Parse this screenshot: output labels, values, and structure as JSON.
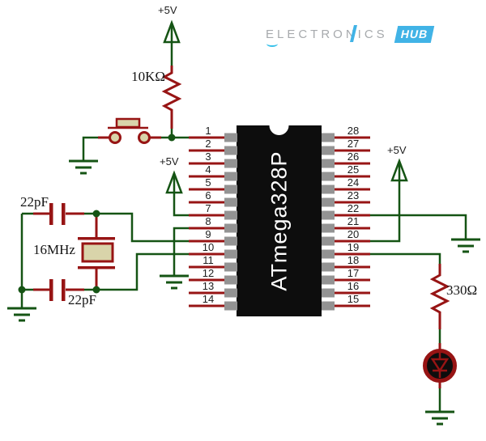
{
  "logo": {
    "brand": "ELECTRONICS",
    "badge": "HUB"
  },
  "power": {
    "vcc_1": "+5V",
    "vcc_2": "+5V",
    "vcc_3": "+5V"
  },
  "components": {
    "pullup_resistor": "10KΩ",
    "led_resistor": "330Ω",
    "cap_top": "22pF",
    "cap_bottom": "22pF",
    "crystal": "16MHz"
  },
  "ic": {
    "name": "ATmega328P",
    "left_pins": [
      "1",
      "2",
      "3",
      "4",
      "5",
      "6",
      "7",
      "8",
      "9",
      "10",
      "11",
      "12",
      "13",
      "14"
    ],
    "right_pins": [
      "28",
      "27",
      "26",
      "25",
      "24",
      "23",
      "22",
      "21",
      "20",
      "19",
      "18",
      "17",
      "16",
      "15"
    ]
  },
  "colors": {
    "wire_green": "#155414",
    "component_red": "#971414",
    "component_fill": "#d9d4aa",
    "pin_pad_gray": "#939393",
    "ic_body": "#0d0d0d",
    "logo_gray": "#a7aaad",
    "logo_blue": "#41b3e6"
  }
}
